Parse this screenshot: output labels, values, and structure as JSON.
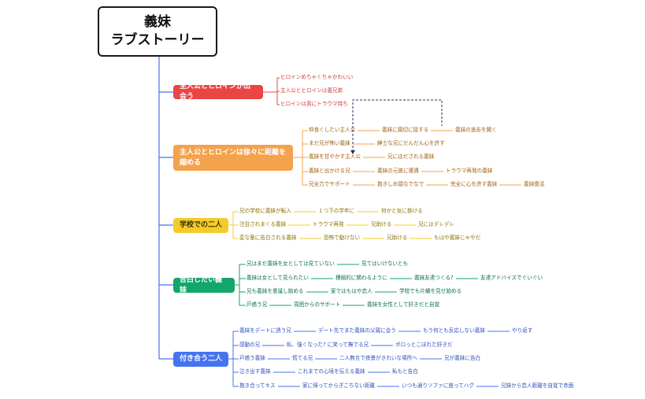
{
  "root": {
    "line1": "義妹",
    "line2": "ラブストーリー"
  },
  "branches": [
    {
      "label": "主人公とヒロインが出会う",
      "color": "#ea4444",
      "rows": [
        [
          "ヒロインめちゃくちゃかわいい"
        ],
        [
          "主人公とヒロインは義兄弟"
        ],
        [
          "ヒロインは男にトラウマ持ち"
        ]
      ]
    },
    {
      "label": "主人公とヒロインは徐々に距離を縮める",
      "color": "#f4a24d",
      "rows": [
        [
          "仲良くしたい主人公",
          "義妹に親切に接する",
          "義妹の過去を聞く"
        ],
        [
          "まだ兄が怖い義妹",
          "紳士な兄にだんだん心を許す"
        ],
        [
          "義妹を甘やかす主人公",
          "兄にほだされる義妹"
        ],
        [
          "義妹と出かける兄",
          "義妹の元彼に遭遇",
          "トラウマ再発の義妹"
        ],
        [
          "兄全力でサポート",
          "抱きしめ頭なでなで",
          "完全に心を許す義妹",
          "義妹復活"
        ]
      ]
    },
    {
      "label": "学校での二人",
      "color": "#f3cc2a",
      "rows": [
        [
          "兄の学校に義妹が転入",
          "１つ下の学年に",
          "何かと気に掛ける"
        ],
        [
          "注目されまくる義妹",
          "トラウマ再発",
          "兄助ける",
          "兄にはデレデレ"
        ],
        [
          "変な輩に告白される義妹",
          "恐怖で動けない",
          "兄助ける",
          "もはや義妹じゃやだ"
        ]
      ]
    },
    {
      "label": "告白したい義妹",
      "color": "#13a66a",
      "rows": [
        [
          "兄はまだ義妹を女としては見ていない",
          "見てはいけないとも"
        ],
        [
          "義妹は女として見られたい",
          "積極的に関わるように",
          "義妹友達つくる?",
          "友達アドバイスでぐいぐい"
        ],
        [
          "兄も義妹を意識し始める",
          "家ではもはや恋人",
          "学校でも片鱗を見せ始める"
        ],
        [
          "戸惑う兄",
          "周囲からのサポート",
          "義妹を女性として好きだと自覚"
        ]
      ]
    },
    {
      "label": "付き合う二人",
      "color": "#4673f0",
      "rows": [
        [
          "義妹をデートに誘う兄",
          "デート先でまた義妹の父親に会う",
          "もう何とも反応しない義妹",
          "やり返す"
        ],
        [
          "感動の兄",
          "私、強くなった? に笑って撫でる兄",
          "ポロっとこぼれた好きだ"
        ],
        [
          "戸惑う義妹",
          "慌てる兄",
          "二人無言で夜景がきれいな場所へ",
          "兄が義妹に告白"
        ],
        [
          "泣き出す義妹",
          "これまでの心境を伝える義妹",
          "私もと告白"
        ],
        [
          "抱き合ってキス",
          "家に帰ってからぎこちない距離",
          "いつも通りソファに座ってハグ",
          "兄妹から恋人距離を自覚で赤面"
        ]
      ]
    }
  ]
}
